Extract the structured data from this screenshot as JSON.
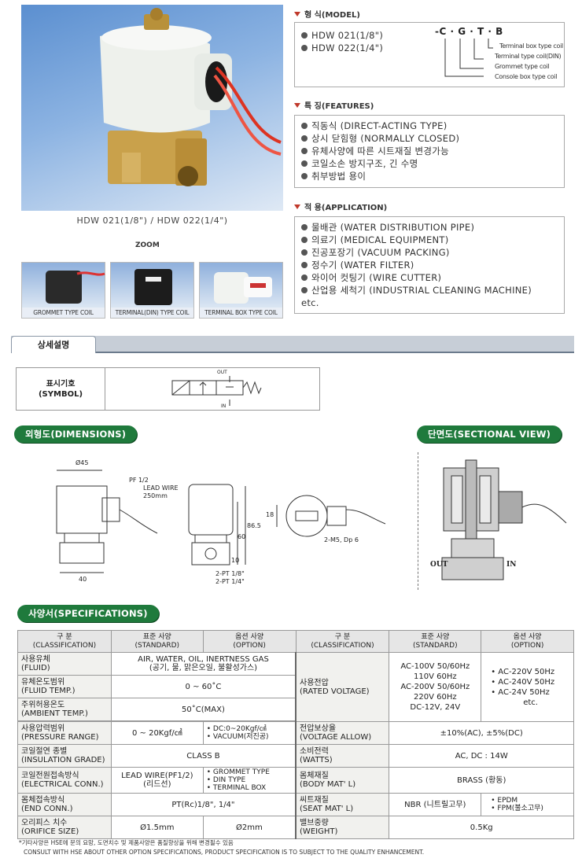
{
  "photo_caption": "HDW 021(1/8\") / HDW 022(1/4\")",
  "zoom_label": "ZOOM",
  "thumbs": [
    {
      "label": "GROMMET TYPE COIL"
    },
    {
      "label": "TERMINAL(DIN) TYPE COIL"
    },
    {
      "label": "TERMINAL BOX TYPE COIL"
    }
  ],
  "model": {
    "heading": "형 식(MODEL)",
    "items": [
      "HDW 021(1/8\")",
      "HDW 022(1/4\")"
    ],
    "code": "-C · G · T · B",
    "code_notes": [
      "Terminal box type coil",
      "Terminal type coil(DIN)",
      "Grommet type coil",
      "Console box type coil"
    ]
  },
  "features": {
    "heading": "특 징(FEATURES)",
    "items": [
      "직동식 (DIRECT-ACTING TYPE)",
      "상시 닫힘형 (NORMALLY CLOSED)",
      "유체사양에 따른 시트재질 변경가능",
      "코일소손 방지구조, 긴 수명",
      "취부방법 용이"
    ]
  },
  "application": {
    "heading": "적 용(APPLICATION)",
    "items": [
      "물배관 (WATER DISTRIBUTION PIPE)",
      "의료기 (MEDICAL EQUIPMENT)",
      "진공포장기 (VACUUM PACKING)",
      "정수기 (WATER FILTER)",
      "와이어 컷팅기 (WIRE CUTTER)",
      "산업용 세척기 (INDUSTRIAL CLEANING MACHINE)"
    ],
    "etc": "etc."
  },
  "detail_tab": "상세설명",
  "symbol": {
    "label_ko": "표시기호",
    "label_en": "(SYMBOL)",
    "out": "OUT",
    "in": "IN"
  },
  "dimensions": {
    "title": "외형도(DIMENSIONS)",
    "d45": "Ø45",
    "pf": "PF 1/2",
    "lead": "LEAD WIRE",
    "lead_len": "250mm",
    "d40": "40",
    "d60": "60",
    "d865": "86.5",
    "d10": "10",
    "d18": "18",
    "pt18": "2-PT 1/8\"",
    "pt14": "2-PT 1/4\"",
    "m5": "2-M5, Dp 6"
  },
  "sectional": {
    "title": "단면도(SECTIONAL VIEW)",
    "out": "OUT",
    "in": "IN"
  },
  "specs": {
    "title": "사양서(SPECIFICATIONS)",
    "head": {
      "cls": "구 분",
      "cls_en": "(CLASSIFICATION)",
      "std": "표준 사양",
      "std_en": "(STANDARD)",
      "opt": "옵션 사양",
      "opt_en": "(OPTION)"
    },
    "fluid_k": "사용유체",
    "fluid_k_en": "(FLUID)",
    "fluid_v": "AIR, WATER, OIL, INERTNESS GAS",
    "fluid_v2": "(공기, 물, 맑은오일, 불활성가스)",
    "temp_k": "유체온도범위",
    "temp_k_en": "(FLUID TEMP.)",
    "temp_v": "0 ~ 60˚C",
    "amb_k": "주위허용온도",
    "amb_k_en": "(AMBIENT TEMP.)",
    "amb_v": "50˚C(MAX)",
    "press_k": "사용압력범위",
    "press_k_en": "(PRESSURE RANGE)",
    "press_std": "0 ~ 20Kgf/㎠",
    "press_opt1": "• DC:0~20Kgf/㎠",
    "press_opt2": "• VACUUM(저진공)",
    "ins_k": "코일절연 종별",
    "ins_k_en": "(INSULATION GRADE)",
    "ins_v": "CLASS B",
    "elec_k": "코일전원접속방식",
    "elec_k_en": "(ELECTRICAL CONN.)",
    "elec_std": "LEAD WIRE(PF1/2)",
    "elec_std2": "(리드선)",
    "elec_opt": [
      "• GROMMET TYPE",
      "• DIN TYPE",
      "• TERMINAL BOX"
    ],
    "end_k": "몸체접속방식",
    "end_k_en": "(END CONN.)",
    "end_v": "PT(Rc)1/8\", 1/4\"",
    "ori_k": "오리피스 치수",
    "ori_k_en": "(ORIFICE SIZE)",
    "ori_std": "Ø1.5mm",
    "ori_opt": "Ø2mm",
    "volt_k": "사용전압",
    "volt_k_en": "(RATED VOLTAGE)",
    "volt_std": [
      "AC-100V 50/60Hz",
      "110V 60Hz",
      "AC-200V 50/60Hz",
      "220V 60Hz",
      "DC-12V, 24V"
    ],
    "volt_opt": [
      "• AC-220V  50Hz",
      "• AC-240V 50Hz",
      "• AC-24V 50Hz",
      "etc."
    ],
    "allow_k": "전압보상율",
    "allow_k_en": "(VOLTAGE ALLOW)",
    "allow_v": "±10%(AC), ±5%(DC)",
    "watt_k": "소비전력",
    "watt_k_en": "(WATTS)",
    "watt_v": "AC, DC : 14W",
    "body_k": "몸체재질",
    "body_k_en": "(BODY MAT' L)",
    "body_v": "BRASS (황동)",
    "seat_k": "씨트재질",
    "seat_k_en": "(SEAT MAT' L)",
    "seat_std": "NBR (니트릴고무)",
    "seat_opt1": "• EPDM",
    "seat_opt2": "• FPM(불소고무)",
    "wt_k": "밸브중량",
    "wt_k_en": "(WEIGHT)",
    "wt_v": "0.5Kg"
  },
  "footnote1": "*기타사양은 HSE에 문의 요망, 도면치수 및 제품사양은 품질향상을 위해 변경될수 있음",
  "footnote2": "CONSULT WITH HSE ABOUT OTHER OPTION SPECIFICATIONS, PRODUCT SPECIFICATION IS TO SUBJECT TO THE QUALITY ENHANCEMENT."
}
